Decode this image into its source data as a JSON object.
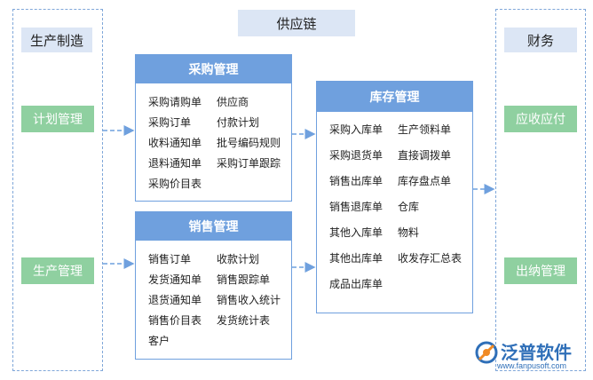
{
  "top_title": "供应链",
  "left_column": {
    "title": "生产制造",
    "items": [
      "计划管理",
      "生产管理"
    ]
  },
  "right_column": {
    "title": "财务",
    "items": [
      "应收应付",
      "出纳管理"
    ]
  },
  "purchase": {
    "title": "采购管理",
    "items": [
      "采购请购单",
      "供应商",
      "采购订单",
      "付款计划",
      "收料通知单",
      "批号编码规则",
      "退料通知单",
      "采购订单跟踪",
      "采购价目表"
    ]
  },
  "sales": {
    "title": "销售管理",
    "items": [
      "销售订单",
      "收款计划",
      "发货通知单",
      "销售跟踪单",
      "退货通知单",
      "销售收入统计",
      "销售价目表",
      "发货统计表",
      "客户"
    ]
  },
  "inventory": {
    "title": "库存管理",
    "items": [
      "采购入库单",
      "生产领料单",
      "采购退货单",
      "直接调拨单",
      "销售出库单",
      "库存盘点单",
      "销售退库单",
      "仓库",
      "其他入库单",
      "物料",
      "其他出库单",
      "收发存汇总表",
      "成品出库单"
    ]
  },
  "logo": {
    "name": "泛普软件",
    "url": "www.fanpusoft.com"
  },
  "colors": {
    "accent": "#6fa0de",
    "green": "#8fd0a0",
    "label_bg": "#dce6f5",
    "dash": "#7fa7d9"
  }
}
